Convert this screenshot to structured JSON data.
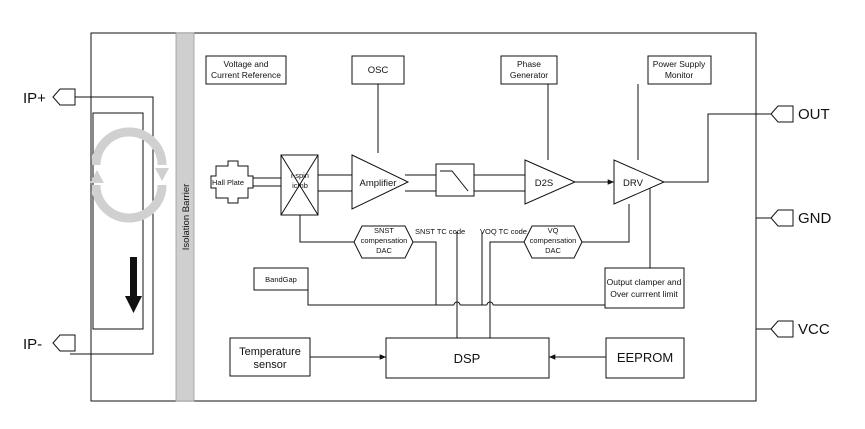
{
  "pins": {
    "ip_plus": "IP+",
    "ip_minus": "IP-",
    "out": "OUT",
    "gnd": "GND",
    "vcc": "VCC"
  },
  "barrier": "Isolation Barrier",
  "blocks": {
    "vref": [
      "Voltage and",
      "Current Reference"
    ],
    "osc": "OSC",
    "phase": [
      "Phase",
      "Generator"
    ],
    "psm": [
      "Power Supply",
      "Monitor"
    ],
    "hall": "Hall Plate",
    "ispin": [
      "i-spin",
      "icmb"
    ],
    "amp": "Amplifier",
    "d2s": "D2S",
    "drv": "DRV",
    "snst": [
      "SNST",
      "compensation",
      "DAC"
    ],
    "vq": [
      "VQ",
      "compensation",
      "DAC"
    ],
    "snst_code": "SNST TC code",
    "voq_code": "VOQ TC code",
    "bandgap": "BandGap",
    "clamp": [
      "Output clamper and",
      "Over currrent limit"
    ],
    "temp": [
      "Temperature",
      "sensor"
    ],
    "dsp": "DSP",
    "eeprom": "EEPROM"
  }
}
